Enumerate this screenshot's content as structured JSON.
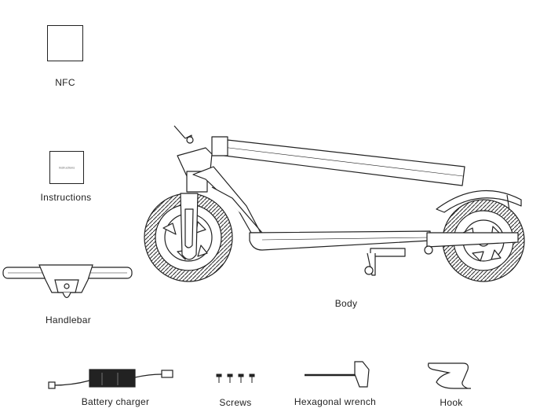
{
  "parts": {
    "nfc": "NFC",
    "instructions": "Instructions",
    "instructions_cover": "Instructions",
    "handlebar": "Handlebar",
    "body": "Body",
    "battery_charger": "Battery charger",
    "screws": "Screws",
    "hex_wrench": "Hexagonal wrench",
    "hook": "Hook"
  }
}
